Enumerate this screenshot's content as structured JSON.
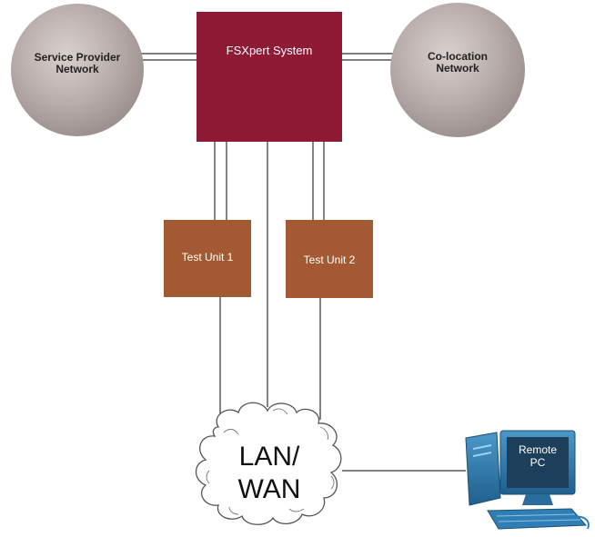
{
  "nodes": {
    "service_provider": {
      "line1": "Service Provider",
      "line2": "Network"
    },
    "fsxpert": {
      "label": "FSXpert System"
    },
    "colocation": {
      "line1": "Co-location",
      "line2": "Network"
    },
    "test_unit_1": {
      "label": "Test Unit 1"
    },
    "test_unit_2": {
      "label": "Test Unit 2"
    },
    "lan_wan": {
      "line1": "LAN/",
      "line2": "WAN"
    },
    "remote_pc": {
      "line1": "Remote",
      "line2": "PC"
    }
  },
  "colors": {
    "fsxpert_fill": "#8e1a36",
    "test_unit_fill": "#a35a33",
    "network_circle": "#b3a7a5",
    "monitor_blue": "#2f7fb5",
    "line": "#333333"
  }
}
